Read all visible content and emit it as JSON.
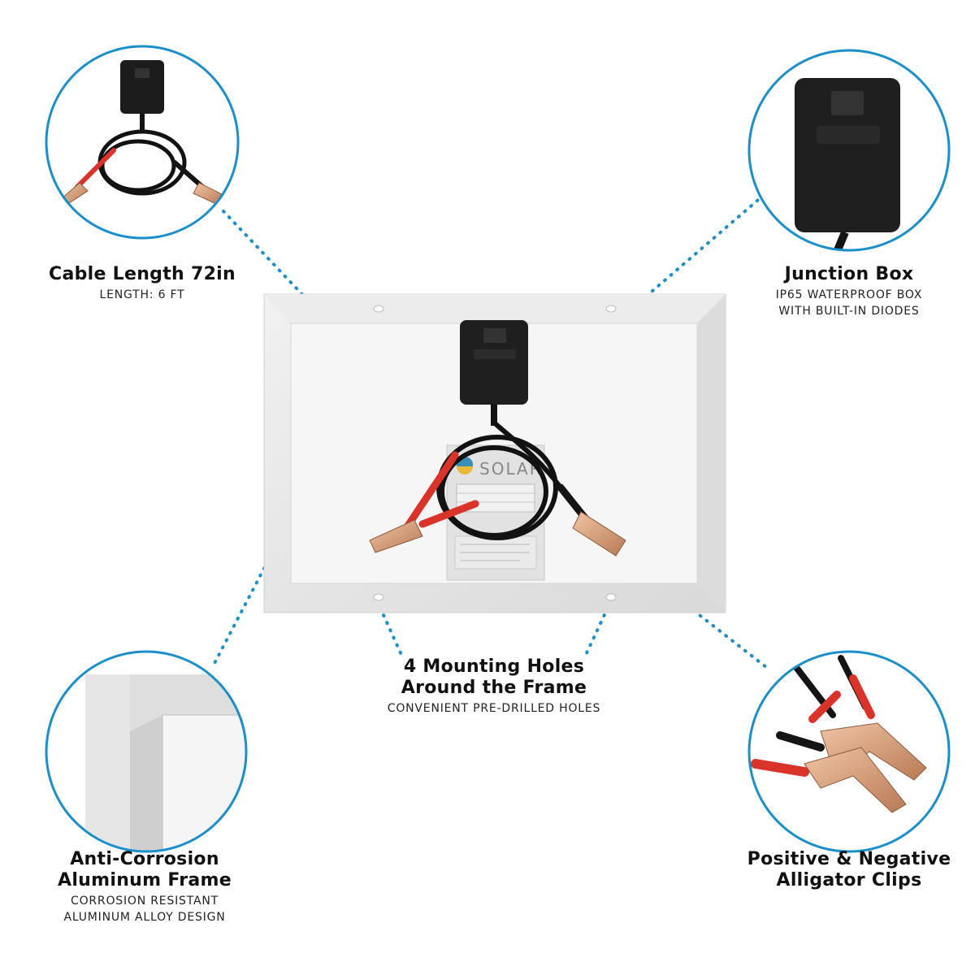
{
  "brand_text": "SOLAR",
  "callouts": {
    "cable": {
      "title": "Cable Length 72in",
      "subtitle": "LENGTH: 6 FT"
    },
    "junction": {
      "title": "Junction Box",
      "subtitle": "IP65 WATERPROOF BOX\nWITH BUILT-IN DIODES"
    },
    "mounting": {
      "title": "4 Mounting Holes\nAround the Frame",
      "subtitle": "CONVENIENT PRE-DRILLED HOLES"
    },
    "frame": {
      "title": "Anti-Corrosion\nAluminum Frame",
      "subtitle": "CORROSION RESISTANT\nALUMINUM ALLOY DESIGN"
    },
    "clips": {
      "title": "Positive & Negative\nAlligator Clips",
      "subtitle": ""
    }
  },
  "colors": {
    "circle_border": "#1b8fc9",
    "dotted_line": "#1b8fc9",
    "frame": "#e3e3e3",
    "clip_copper": "#d9a07f",
    "wire_red": "#d9332a",
    "wire_black": "#151515"
  }
}
